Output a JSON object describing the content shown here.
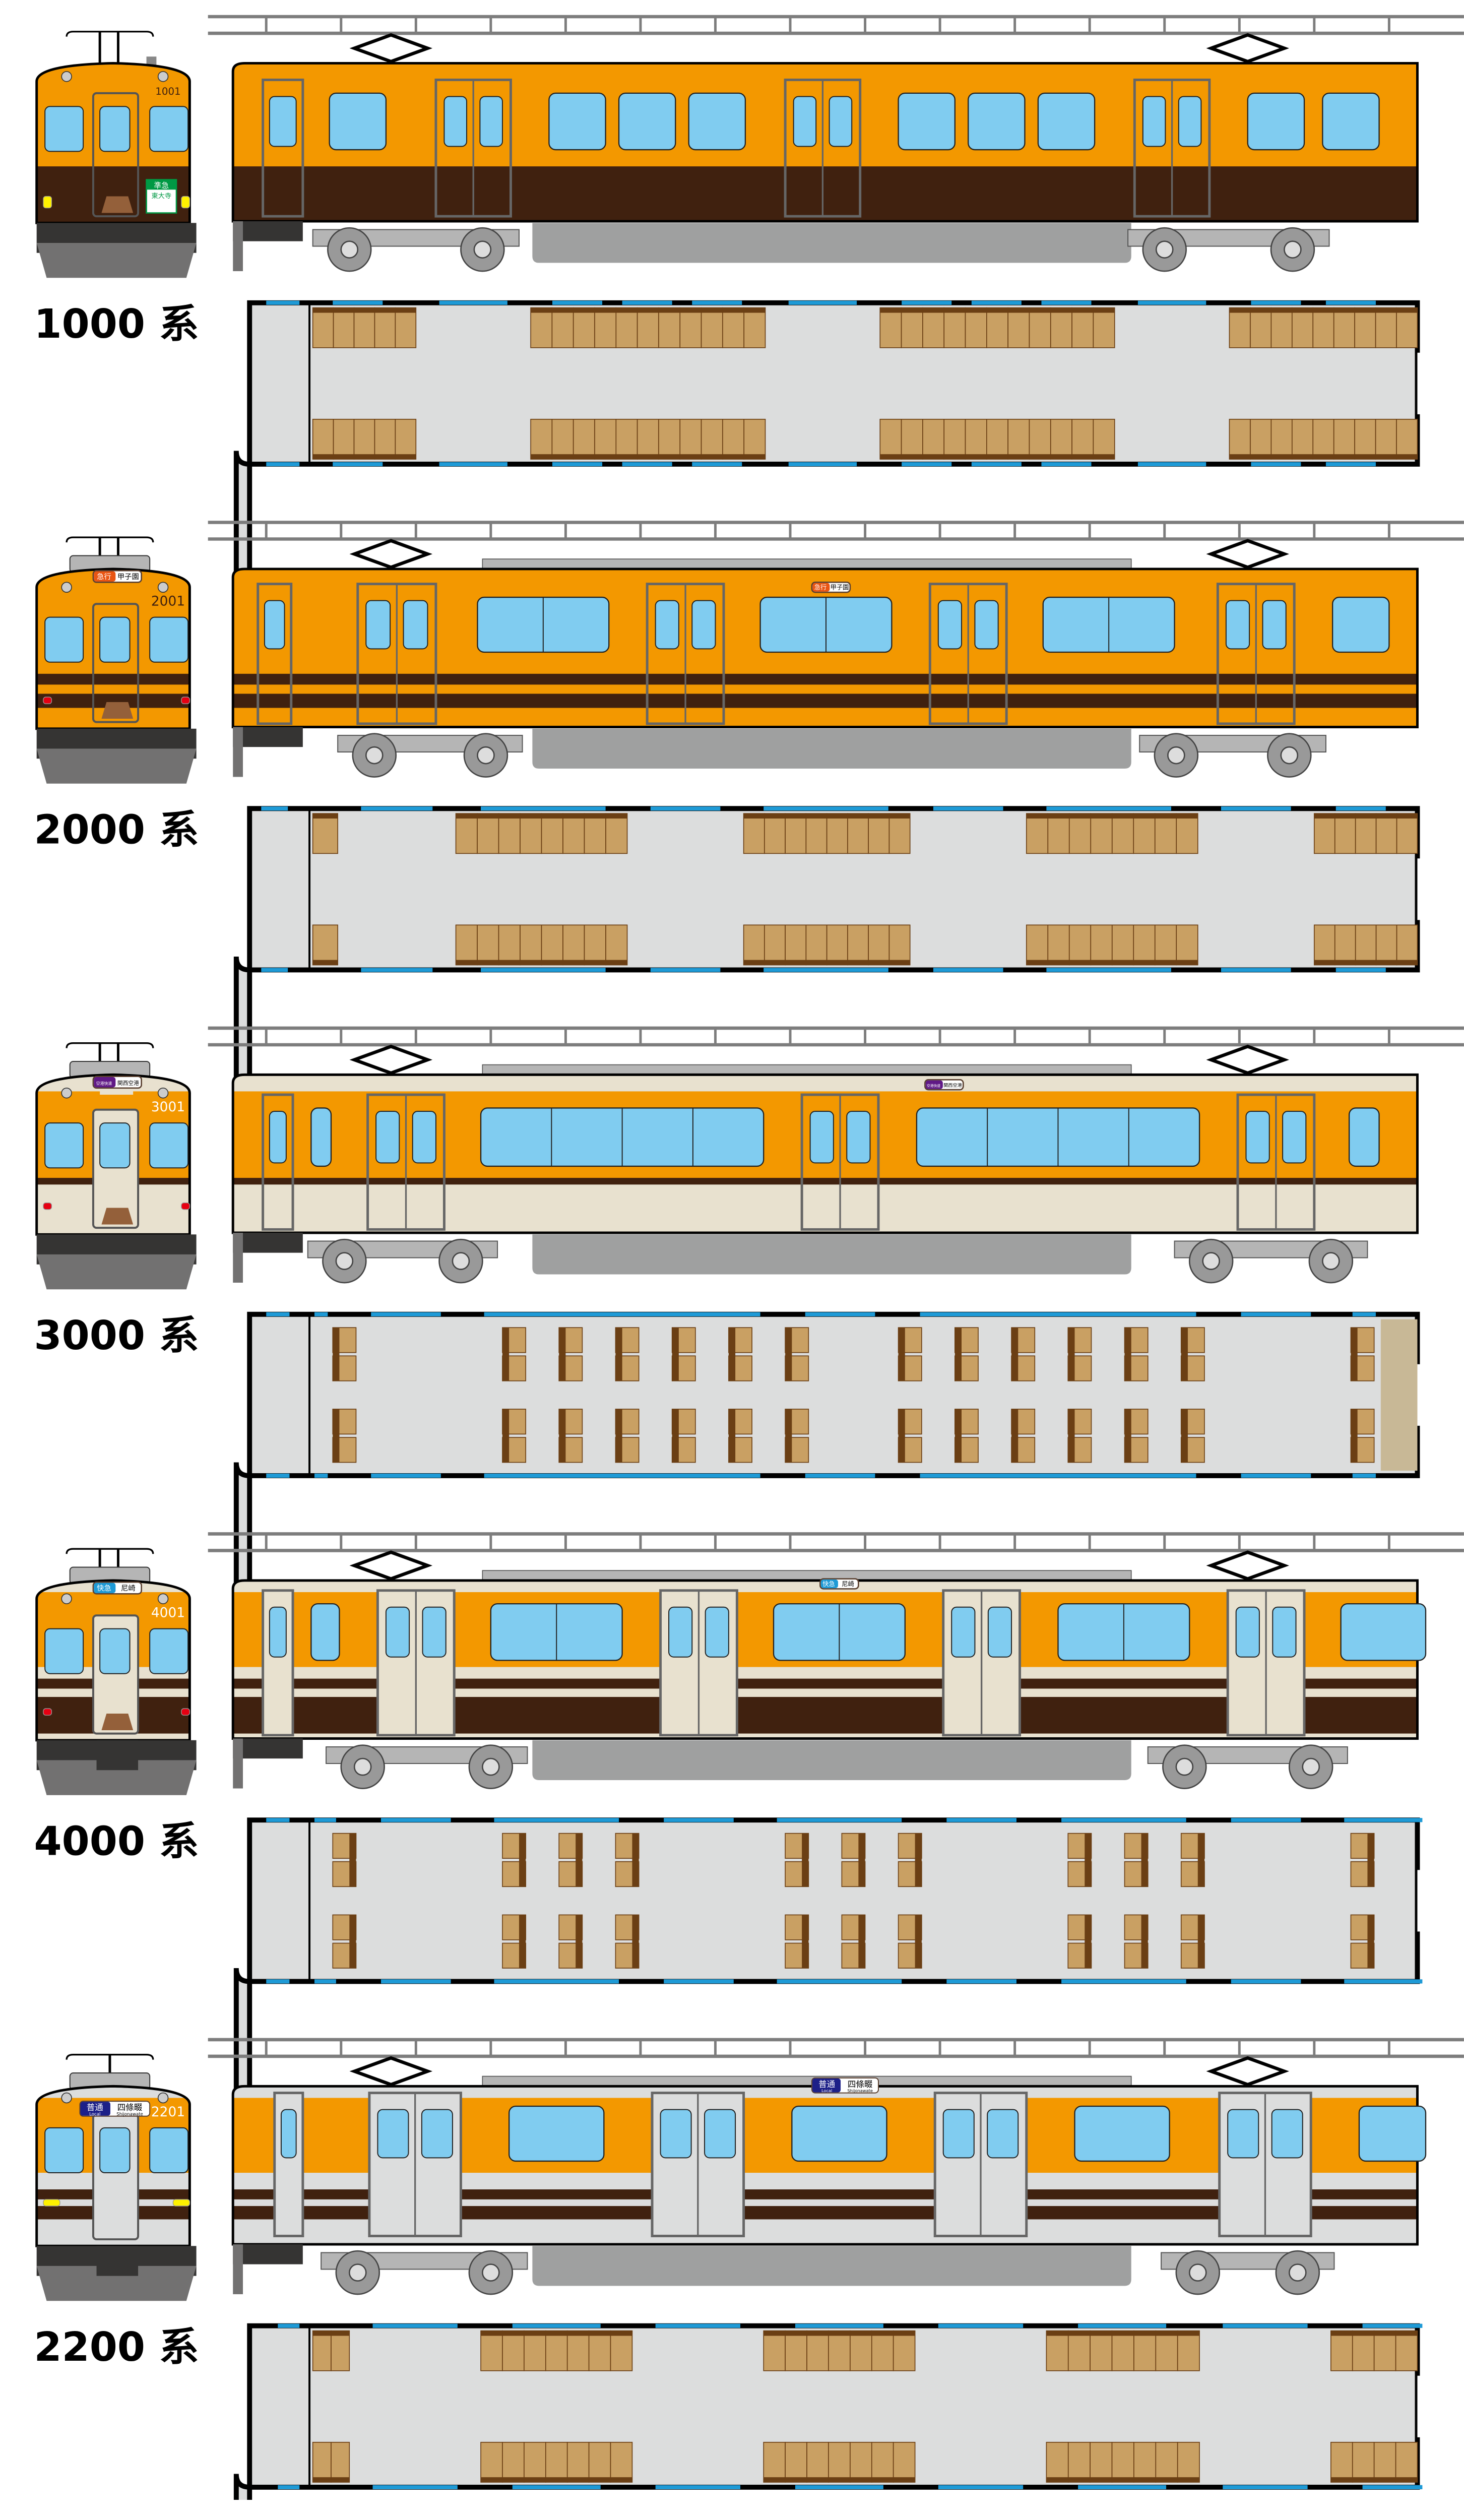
{
  "colors": {
    "orange": "#f39800",
    "brown": "#40210f",
    "cream": "#e8e1cf",
    "gray_light": "#dcdddd",
    "window": "#80ccf0",
    "underbody_dark": "#353433",
    "underbody_gray": "#727171",
    "skirt": "#9fa0a0",
    "floor": "#dcdddd",
    "seat": "#c9a063",
    "seat_edge": "#6b3f14",
    "rail": "#7d7d7d"
  },
  "series": [
    {
      "label": "1000 系",
      "car_number": "1001",
      "sign": {
        "type": "準急",
        "destination": "東大寺",
        "type_color": "#009944",
        "text_color": "#009944"
      }
    },
    {
      "label": "2000 系",
      "car_number": "2001",
      "sign": {
        "type": "急行",
        "destination": "甲子園",
        "type_color": "#e95513"
      }
    },
    {
      "label": "3000 系",
      "car_number": "3001",
      "sign": {
        "type": "空港快速",
        "destination": "関西空港",
        "type_color": "#601986"
      }
    },
    {
      "label": "4000 系",
      "car_number": "4001",
      "sign": {
        "type": "快急",
        "destination": "尼崎",
        "type_color": "#1e9ad6"
      }
    },
    {
      "label": "2200 系",
      "car_number": "2201",
      "sign": {
        "type": "普通",
        "type_en": "Local",
        "destination": "四條畷",
        "destination_en": "Shijonawate",
        "type_color": "#1d2088"
      }
    }
  ]
}
